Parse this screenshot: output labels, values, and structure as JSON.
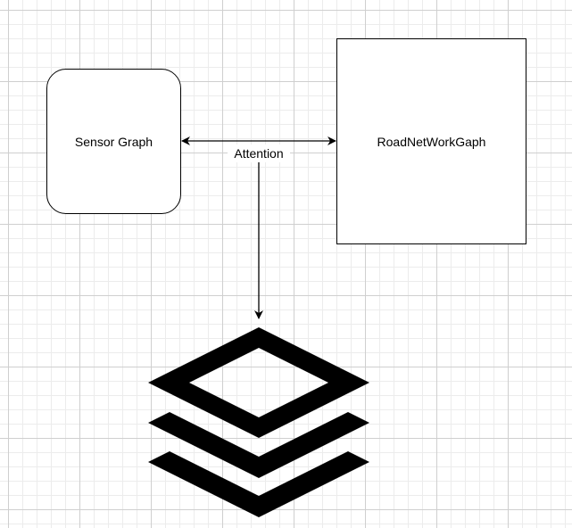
{
  "diagram": {
    "nodes": {
      "sensor_graph": {
        "label": "Sensor Graph"
      },
      "road_network_graph": {
        "label": "RoadNetWorkGaph"
      }
    },
    "edges": {
      "attention": {
        "label": "Attention"
      }
    },
    "icons": {
      "output": "layers-icon"
    },
    "colors": {
      "stroke": "#000000",
      "fill": "#ffffff",
      "icon": "#000000"
    }
  }
}
